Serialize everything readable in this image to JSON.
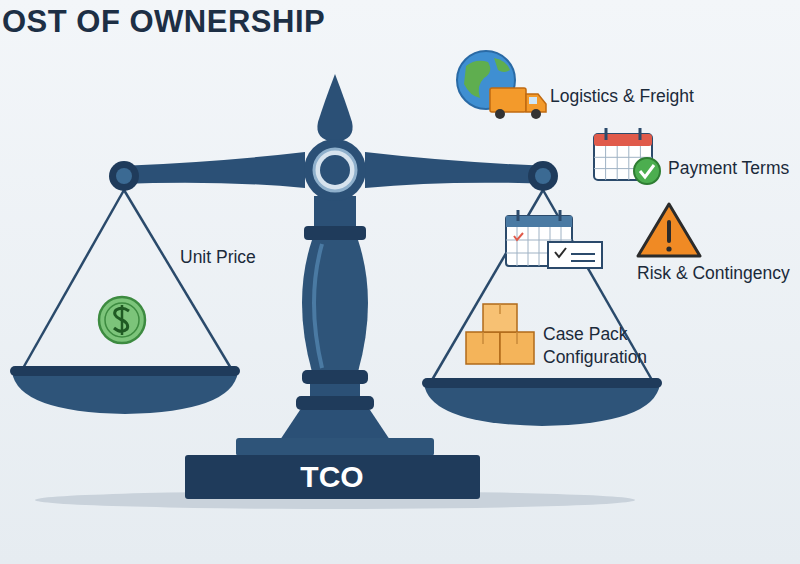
{
  "diagram": {
    "title": "OST OF OWNERSHIP",
    "nodes": [
      {
        "text": [
          "TCO"
        ]
      }
    ],
    "labels": [
      "Unit Price",
      "Logistics & Freight",
      "Payment Terms",
      "Risk & Contingency",
      "Case Pack Configuration"
    ]
  }
}
